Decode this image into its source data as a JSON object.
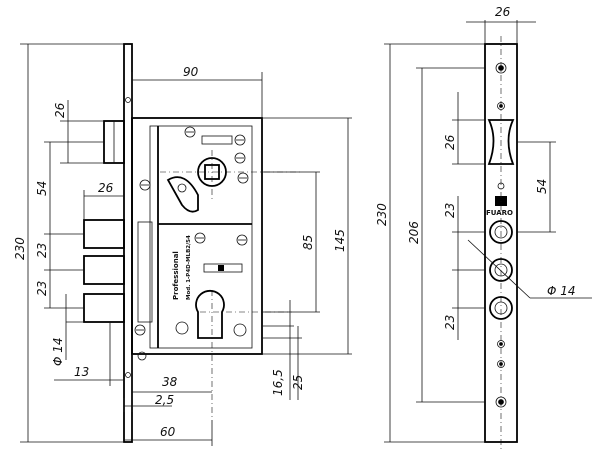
{
  "dimensions": {
    "d90": "90",
    "d26_faceplate": "26",
    "d26_latch": "26",
    "d54_left": "54",
    "d26_bolts": "26",
    "d23_a": "23",
    "d23_b": "23",
    "d230_left": "230",
    "d85": "85",
    "d145": "145",
    "phi14_left": "Φ 14",
    "d13": "13",
    "d38": "38",
    "d2_5": "2,5",
    "d16_5": "16,5",
    "d25": "25",
    "d60": "60",
    "d230_right": "230",
    "d206": "206",
    "d26_right": "26",
    "d23_r1": "23",
    "d23_r2": "23",
    "d54_right": "54",
    "phi14_right": "Φ 14"
  },
  "labels": {
    "brand_side": "Professional",
    "model_side": "Mod. 1-P4D-MLB2/54",
    "brand_plate": "FUARO"
  }
}
